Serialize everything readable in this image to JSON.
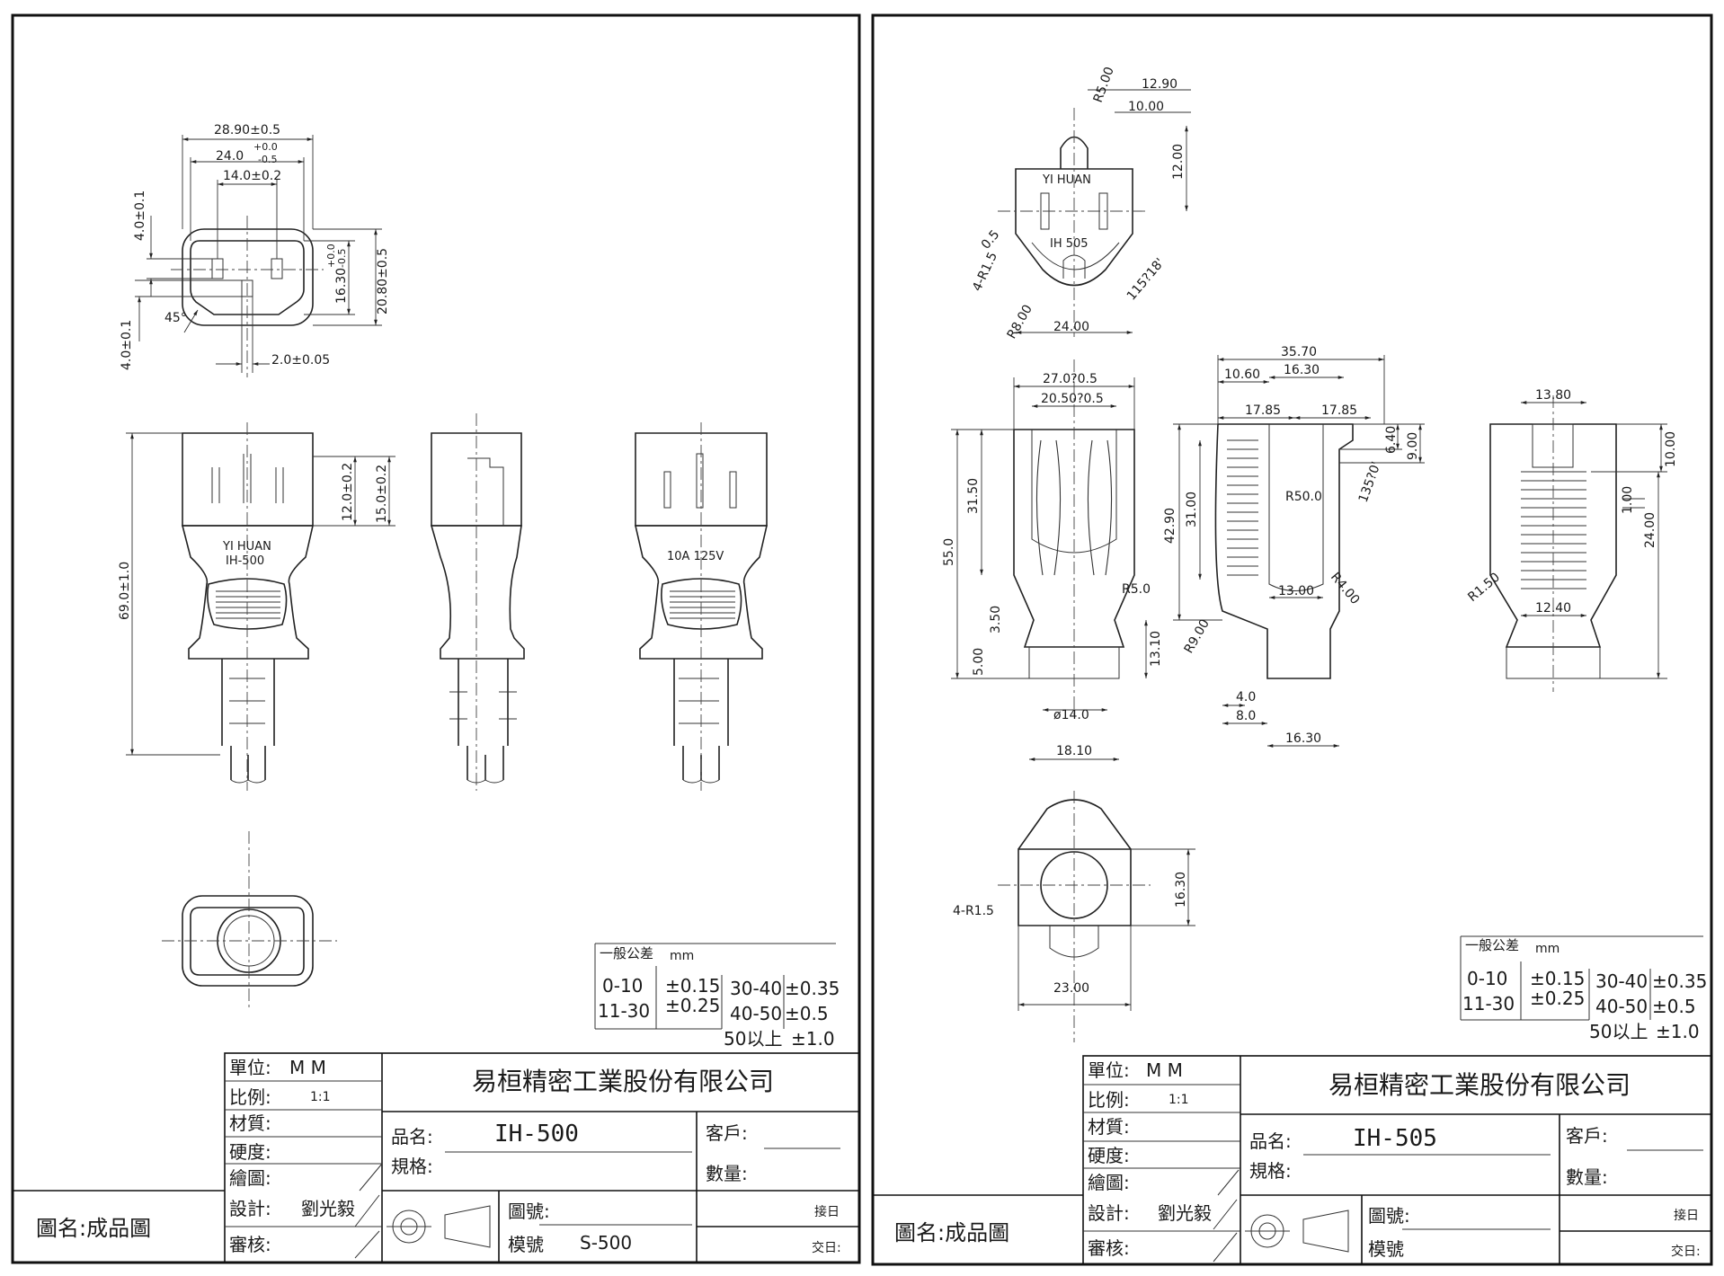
{
  "sheets": [
    {
      "company": "易桓精密工業股份有限公司",
      "unit_label": "單位:",
      "unit_value": "M   M",
      "scale_label": "比例:",
      "scale_value": "1:1",
      "material_label": "材質:",
      "hardness_label": "硬度:",
      "drawn_label": "繪圖:",
      "design_label": "設計:",
      "designer": "劉光毅",
      "review_label": "審核:",
      "product_name_label": "品名:",
      "product_name": "IH-500",
      "spec_label": "規格:",
      "customer_label": "客戶:",
      "quantity_label": "數量:",
      "drawing_no_label": "圖號:",
      "mold_no_label": "模號",
      "mold_no": "S-500",
      "receive_label": "接日",
      "deliver_label": "交日:",
      "drawing_title": "圖名:成品圖",
      "tolerance": {
        "title": "一般公差",
        "unit": "mm",
        "row1": "0-10",
        "row2": "11-30",
        "t1": "±0.15",
        "t2": "±0.25",
        "r3": "30-40",
        "t3": "±0.35",
        "r4": "40-50",
        "t4": "±0.5",
        "r5": "50以上",
        "t5": "±1.0"
      },
      "dims": {
        "w_outer": "28.90±0.5",
        "w_inner": "24.0",
        "w_inner_tol_top": "+0.0",
        "w_inner_tol_bot": "-0.5",
        "pin_spacing": "14.0±0.2",
        "pin_h_top": "4.0±0.1",
        "pin_h_bot": "4.0±0.1",
        "angle": "45°",
        "pin_w": "2.0±0.05",
        "h_inner": "16.30",
        "h_inner_tol_top": "+0.0",
        "h_inner_tol_bot": "-0.5",
        "h_outer": "20.80±0.5",
        "length": "69.0±1.0",
        "depth1": "12.0±0.2",
        "depth2": "15.0±0.2"
      },
      "labels": {
        "brand": "YI  HUAN",
        "model": "IH-500",
        "rating": "10A  125V"
      }
    },
    {
      "company": "易桓精密工業股份有限公司",
      "unit_label": "單位:",
      "unit_value": "M   M",
      "scale_label": "比例:",
      "scale_value": "1:1",
      "material_label": "材質:",
      "hardness_label": "硬度:",
      "drawn_label": "繪圖:",
      "design_label": "設計:",
      "designer": "劉光毅",
      "review_label": "審核:",
      "product_name_label": "品名:",
      "product_name": "IH-505",
      "spec_label": "規格:",
      "customer_label": "客戶:",
      "quantity_label": "數量:",
      "drawing_no_label": "圖號:",
      "mold_no_label": "模號",
      "receive_label": "接日",
      "deliver_label": "交日:",
      "drawing_title": "圖名:成品圖",
      "tolerance": {
        "title": "一般公差",
        "unit": "mm",
        "row1": "0-10",
        "row2": "11-30",
        "t1": "±0.15",
        "t2": "±0.25",
        "r3": "30-40",
        "t3": "±0.35",
        "r4": "40-50",
        "t4": "±0.5",
        "r5": "50以上",
        "t5": "±1.0"
      },
      "dims": {
        "r5": "R5.00",
        "d1290": "12.90",
        "d1000": "10.00",
        "d1200": "12.00",
        "d05": "0.5",
        "r15": "4-R1.5",
        "a115": "115?18'",
        "r8": "R8.00",
        "d2400": "24.00",
        "d2707": "27.0?0.5",
        "d2050": "20.50?0.5",
        "d3150": "31.50",
        "d550": "55.0",
        "d350": "3.50",
        "d500": "5.00",
        "r50": "R5.0",
        "d1310": "13.10",
        "d14": "ø14.0",
        "d1810": "18.10",
        "d3570": "35.70",
        "d1060": "10.60",
        "d1630a": "16.30",
        "d1785a": "17.85",
        "d1785b": "17.85",
        "d640": "6.40",
        "d900": "9.00",
        "a135": "135?0'",
        "d4290": "42.90",
        "d3100": "31.00",
        "r500": "R50.0",
        "r400": "R4.00",
        "d1300": "13.00",
        "r900": "R9.00",
        "d40": "4.0",
        "d80": "8.0",
        "d1630b": "16.30",
        "d1380": "13.80",
        "d1000b": "10.00",
        "d100": "1.00",
        "d2400b": "24.00",
        "r150": "R1.50",
        "d1240": "12.40",
        "d1630c": "16.30",
        "r15b": "4-R1.5",
        "d2300": "23.00"
      },
      "labels": {
        "brand": "YI  HUAN",
        "model": "IH  505"
      }
    }
  ]
}
